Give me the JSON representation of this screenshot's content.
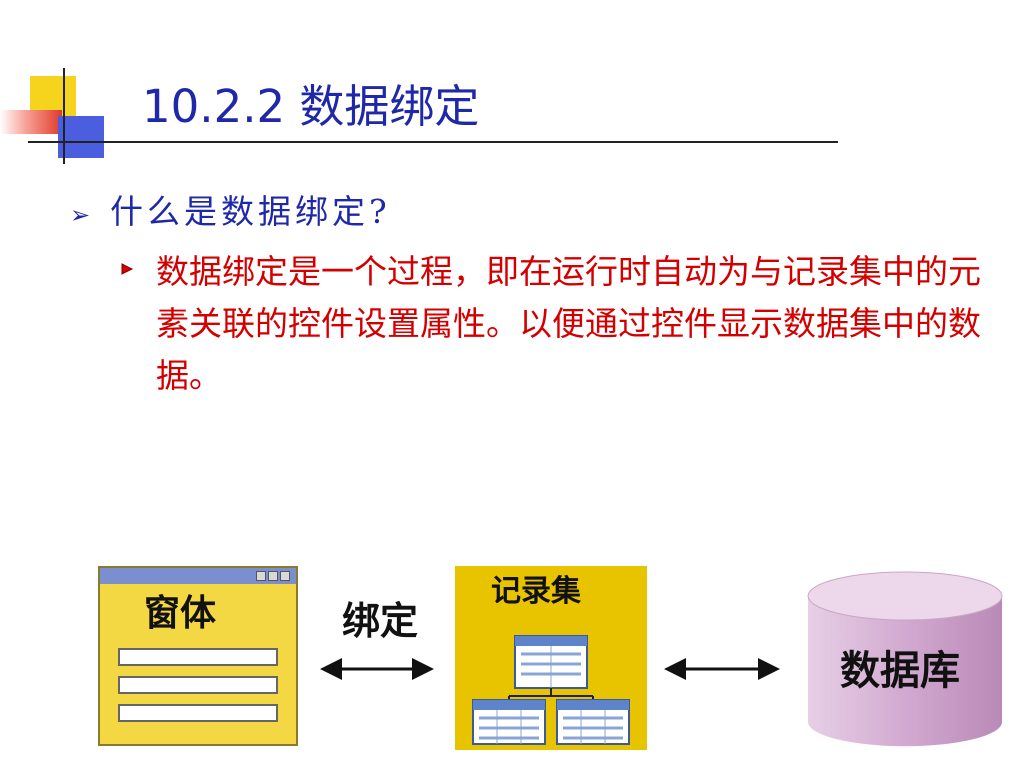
{
  "slide": {
    "title": "10.2.2 数据绑定",
    "question": "什么是数据绑定?",
    "answer": "数据绑定是一个过程，即在运行时自动为与记录集中的元素关联的控件设置属性。以便通过控件显示数据集中的数据。"
  },
  "diagram": {
    "form_label": "窗体",
    "bind_label": "绑定",
    "recordset_label": "记录集",
    "database_label": "数据库"
  },
  "colors": {
    "title": "#1e28a8",
    "body_red": "#d40000",
    "form_yellow": "#f3d843",
    "recordset_yellow": "#e8c400",
    "database_pink": "#d6b4d4"
  }
}
